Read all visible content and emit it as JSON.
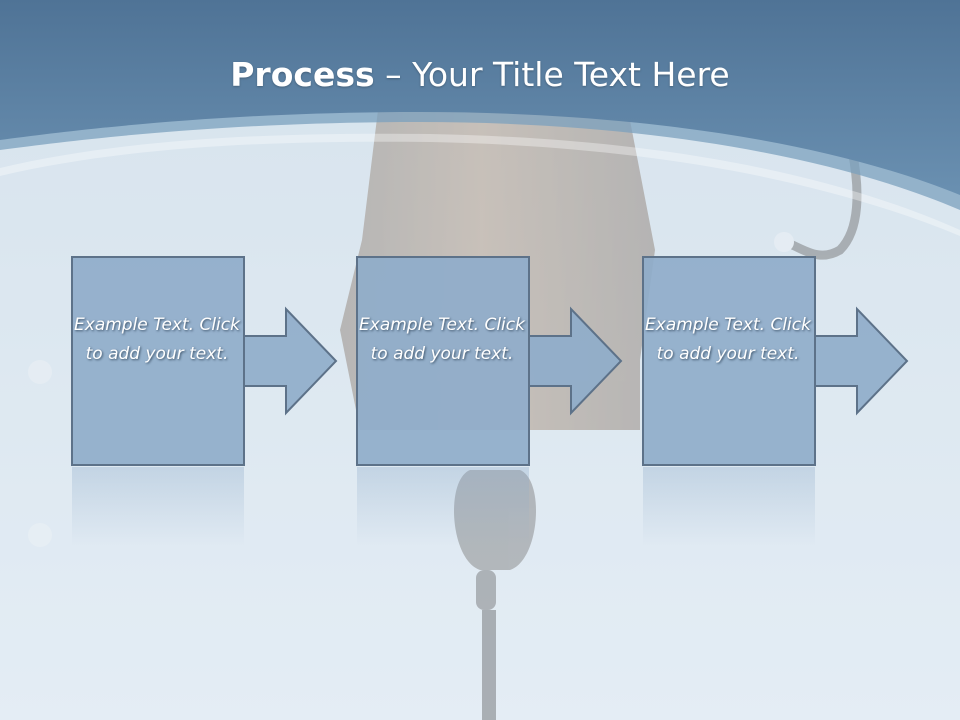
{
  "title": {
    "strong": "Process",
    "rest": " – Your Title Text Here"
  },
  "steps": [
    {
      "text": "Example Text. Click  to add your text."
    },
    {
      "text": "Example Text. Click  to add your text."
    },
    {
      "text": "Example Text. Click  to add your text."
    }
  ],
  "colors": {
    "header": "#5b84a8",
    "header_band": "#7ba0bd",
    "background": "#d8e5ee",
    "box_fill": "#8facca",
    "box_stroke": "#5d7289",
    "bell": "#8c6a4d"
  }
}
